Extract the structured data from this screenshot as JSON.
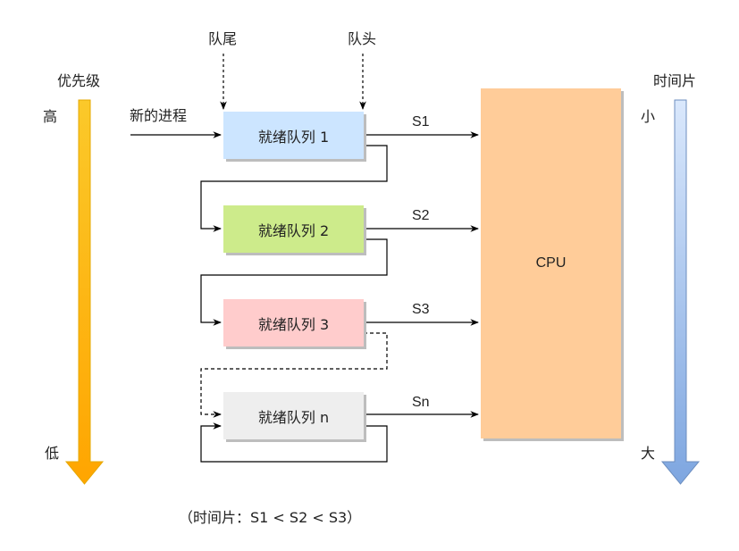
{
  "priority_axis": {
    "title": "优先级",
    "high_label": "高",
    "low_label": "低",
    "color_top": "#fbc92a",
    "color_bottom": "#ffa500"
  },
  "timeslice_axis": {
    "title": "时间片",
    "small_label": "小",
    "large_label": "大",
    "color_top": "#dae8fc",
    "color_bottom": "#7ea6e0"
  },
  "pointers": {
    "tail_label": "队尾",
    "head_label": "队头"
  },
  "new_process_label": "新的进程",
  "queues": [
    {
      "label": "就绪队列 1",
      "color": "#cce5ff",
      "slice_label": "S1"
    },
    {
      "label": "就绪队列 2",
      "color": "#cdeb8b",
      "slice_label": "S2"
    },
    {
      "label": "就绪队列 3",
      "color": "#ffcccc",
      "slice_label": "S3"
    },
    {
      "label": "就绪队列 n",
      "color": "#eeeeee",
      "slice_label": "Sn"
    }
  ],
  "cpu": {
    "label": "CPU",
    "color": "#ffcc99"
  },
  "footnote": "（时间片：S1 < S2 < S3）"
}
